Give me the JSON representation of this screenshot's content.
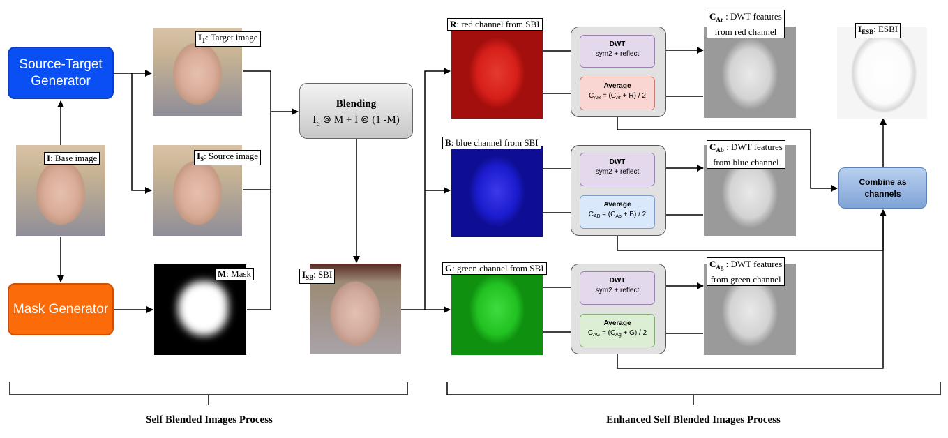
{
  "generators": {
    "source_target": "Source-Target Generator",
    "mask": "Mask Generator"
  },
  "images": {
    "base": {
      "symbol": "I",
      "label": ": Base image"
    },
    "target": {
      "symbol": "I",
      "sub": "T",
      "label": ": Target image"
    },
    "source": {
      "symbol": "I",
      "sub": "S",
      "label": ": Source image"
    },
    "mask": {
      "symbol": "M",
      "label": ": Mask"
    },
    "sbi": {
      "symbol": "I",
      "sub": "SB",
      "label": ": SBI"
    },
    "esbi": {
      "symbol": "I",
      "sub": "ESB",
      "label": ": ESBI"
    }
  },
  "blending": {
    "title": "Blending",
    "formula_a": "I",
    "formula_sub": "S",
    "formula_b": " ⊚ M + I ⊚ (1 -M)"
  },
  "channels": [
    {
      "id": "red",
      "symbol": "R",
      "label": ": red channel from SBI",
      "dwt_title": "DWT",
      "dwt_sub": "sym2 + reflect",
      "avg_title": "Average",
      "avg_lhs": "C",
      "avg_lhs_sub": "AR",
      "avg_mid": " = (C",
      "avg_mid_sub": "Ar",
      "avg_rhs": " + R) / 2",
      "feat_symbol": "C",
      "feat_sub": "Ar",
      "feat_label_1": " : DWT features",
      "feat_label_2": "from red channel"
    },
    {
      "id": "blue",
      "symbol": "B",
      "label": ": blue channel from SBI",
      "dwt_title": "DWT",
      "dwt_sub": "sym2 + reflect",
      "avg_title": "Average",
      "avg_lhs": "C",
      "avg_lhs_sub": "AB",
      "avg_mid": " = (C",
      "avg_mid_sub": "Ab",
      "avg_rhs": " + B) / 2",
      "feat_symbol": "C",
      "feat_sub": "Ab",
      "feat_label_1": " : DWT features",
      "feat_label_2": "from blue channel"
    },
    {
      "id": "green",
      "symbol": "G",
      "label": ": green channel from SBI",
      "dwt_title": "DWT",
      "dwt_sub": "sym2 + reflect",
      "avg_title": "Average",
      "avg_lhs": "C",
      "avg_lhs_sub": "AG",
      "avg_mid": " = (C",
      "avg_mid_sub": "Ag",
      "avg_rhs": " + G) / 2",
      "feat_symbol": "C",
      "feat_sub": "Ag",
      "feat_label_1": " : DWT features",
      "feat_label_2": "from green channel"
    }
  ],
  "combine": {
    "line1": "Combine as",
    "line2": "channels"
  },
  "sections": {
    "sbi_process": "Self Blended Images Process",
    "esbi_process": "Enhanced Self Blended Images Process"
  }
}
